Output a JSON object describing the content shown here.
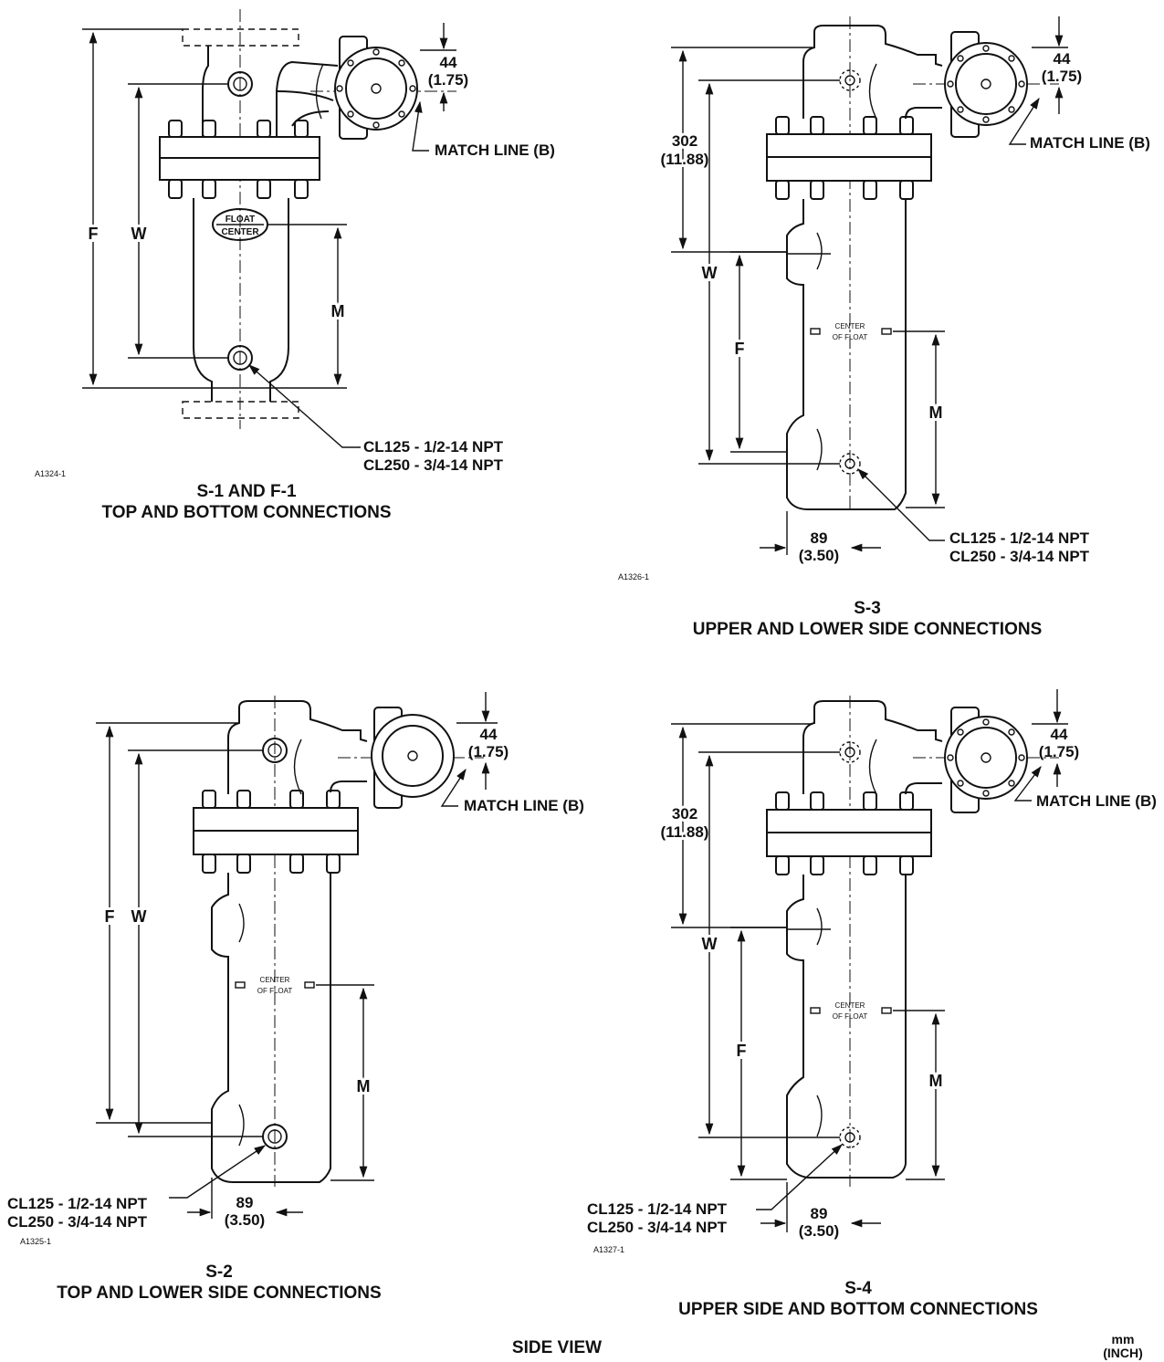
{
  "page_title": "SIDE VIEW",
  "units": {
    "primary": "mm",
    "secondary": "(INCH)"
  },
  "panels": [
    {
      "id": "s1",
      "title": "S-1 AND F-1",
      "subtitle": "TOP AND BOTTOM CONNECTIONS",
      "figure_id": "A1324-1",
      "offset_mm": "44",
      "offset_in": "(1.75)",
      "match_line": "MATCH LINE (B)",
      "dims": {
        "F": "F",
        "W": "W",
        "M": "M"
      },
      "connection": [
        "CL125 - 1/2-14 NPT",
        "CL250 - 3/4-14 NPT"
      ],
      "float_label": [
        "FLOAT",
        "CENTER"
      ]
    },
    {
      "id": "s3",
      "title": "S-3",
      "subtitle": "UPPER AND LOWER SIDE CONNECTIONS",
      "figure_id": "A1326-1",
      "offset_mm": "44",
      "offset_in": "(1.75)",
      "match_line": "MATCH LINE (B)",
      "height_mm": "302",
      "height_in": "(11.88)",
      "width_mm": "89",
      "width_in": "(3.50)",
      "dims": {
        "F": "F",
        "W": "W",
        "M": "M"
      },
      "connection": [
        "CL125 - 1/2-14 NPT",
        "CL250 - 3/4-14 NPT"
      ],
      "float_label": [
        "CENTER",
        "OF FLOAT"
      ]
    },
    {
      "id": "s2",
      "title": "S-2",
      "subtitle": "TOP AND LOWER SIDE CONNECTIONS",
      "figure_id": "A1325-1",
      "offset_mm": "44",
      "offset_in": "(1.75)",
      "match_line": "MATCH LINE (B)",
      "width_mm": "89",
      "width_in": "(3.50)",
      "dims": {
        "F": "F",
        "W": "W",
        "M": "M"
      },
      "connection": [
        "CL125 - 1/2-14 NPT",
        "CL250 - 3/4-14 NPT"
      ],
      "float_label": [
        "CENTER",
        "OF FLOAT"
      ]
    },
    {
      "id": "s4",
      "title": "S-4",
      "subtitle": "UPPER SIDE AND BOTTOM CONNECTIONS",
      "figure_id": "A1327-1",
      "offset_mm": "44",
      "offset_in": "(1.75)",
      "match_line": "MATCH LINE (B)",
      "height_mm": "302",
      "height_in": "(11.88)",
      "width_mm": "89",
      "width_in": "(3.50)",
      "dims": {
        "F": "F",
        "W": "W",
        "M": "M"
      },
      "connection": [
        "CL125 - 1/2-14 NPT",
        "CL250 - 3/4-14 NPT"
      ],
      "float_label": [
        "CENTER",
        "OF FLOAT"
      ]
    }
  ]
}
